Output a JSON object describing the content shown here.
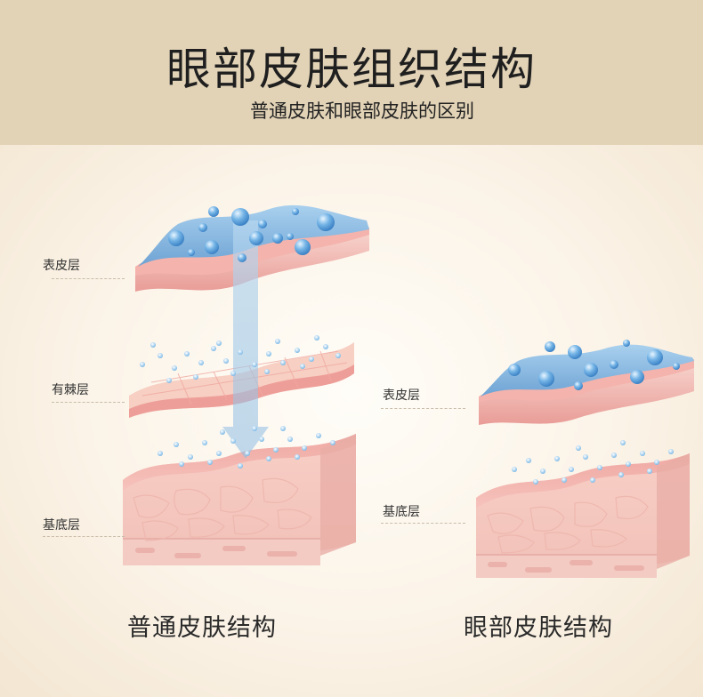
{
  "header": {
    "title": "眼部皮肤组织结构",
    "subtitle": "普通皮肤和眼部皮肤的区别"
  },
  "left_diagram": {
    "labels": {
      "epidermis": "表皮层",
      "spinous": "有棘层",
      "basal": "基底层"
    },
    "caption": "普通皮肤结构"
  },
  "right_diagram": {
    "labels": {
      "epidermis": "表皮层",
      "basal": "基底层"
    },
    "caption": "眼部皮肤结构"
  },
  "colors": {
    "header_bg": "#e2d3b7",
    "water_blue": "#7fb3df",
    "skin_pink": "#f4c3bb"
  }
}
